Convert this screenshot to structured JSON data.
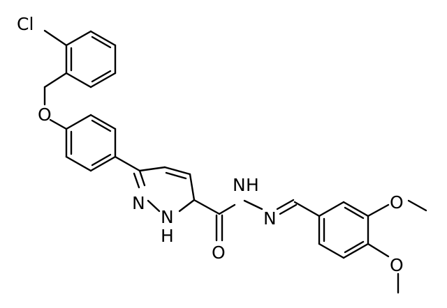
{
  "structure": {
    "atom_labels": {
      "chlorine": "Cl",
      "ether_oxygen": "O",
      "pyrazole_nitrogen": "N",
      "pyrazole_nh": "N",
      "pyrazole_nh_h": "H",
      "amide_nh": "N",
      "amide_nh_h": "H",
      "hydrazone_nitrogen": "N",
      "carbonyl_oxygen": "O",
      "methoxy_oxygen_top": "O",
      "methoxy_oxygen_bottom": "O"
    }
  }
}
